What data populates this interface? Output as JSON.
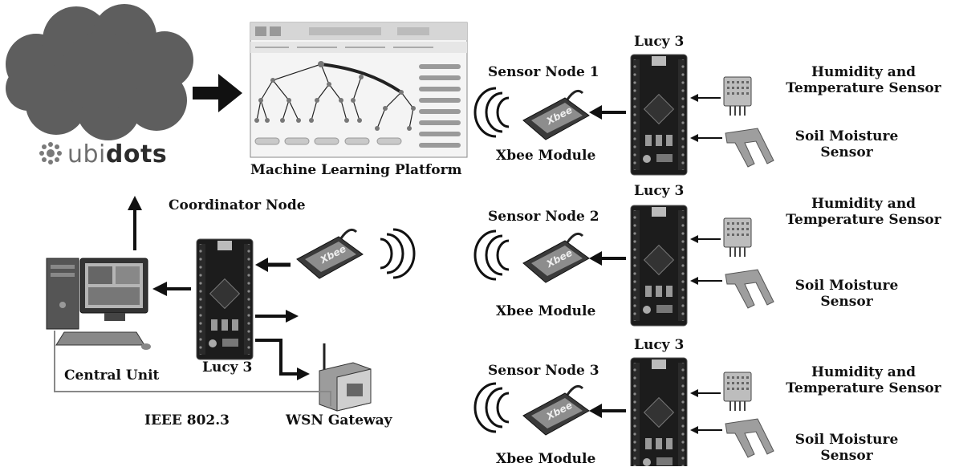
{
  "logo": {
    "prefix": "ubi",
    "suffix": "dots"
  },
  "ml_platform": {
    "label": "Machine Learning Platform"
  },
  "coordinator": {
    "label": "Coordinator Node",
    "board_label": "Lucy 3"
  },
  "central": {
    "label": "Central Unit"
  },
  "ieee": {
    "label": "IEEE 802.3"
  },
  "gateway": {
    "label": "WSN Gateway"
  },
  "nodes": [
    {
      "title": "Sensor Node 1",
      "board": "Lucy 3",
      "xbee": "Xbee Module",
      "humidity_l1": "Humidity and",
      "humidity_l2": "Temperature Sensor",
      "soil_l1": "Soil Moisture",
      "soil_l2": "Sensor"
    },
    {
      "title": "Sensor Node 2",
      "board": "Lucy 3",
      "xbee": "Xbee Module",
      "humidity_l1": "Humidity and",
      "humidity_l2": "Temperature Sensor",
      "soil_l1": "Soil Moisture",
      "soil_l2": "Sensor"
    },
    {
      "title": "Sensor Node 3",
      "board": "Lucy 3",
      "xbee": "Xbee Module",
      "humidity_l1": "Humidity and",
      "humidity_l2": "Temperature Sensor",
      "soil_l1": "Soil Moisture",
      "soil_l2": "Sensor"
    }
  ]
}
